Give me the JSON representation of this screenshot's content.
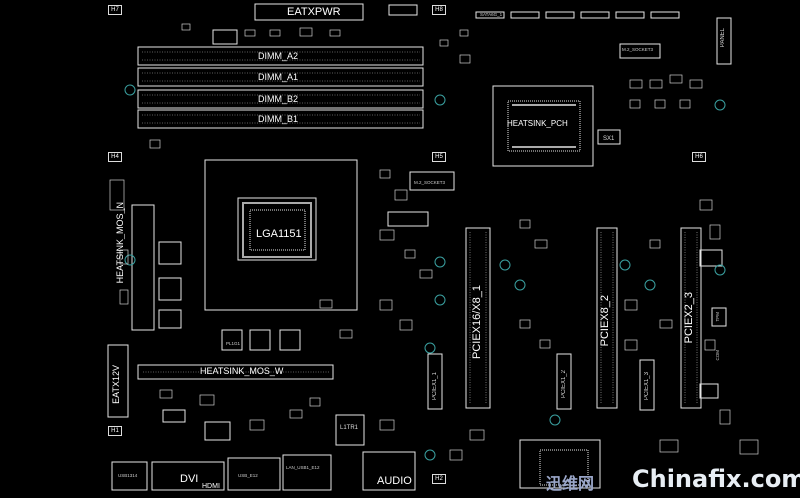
{
  "board": {
    "labels": {
      "eatxpwr": "EATXPWR",
      "dimm_a2": "DIMM_A2",
      "dimm_a1": "DIMM_A1",
      "dimm_b2": "DIMM_B2",
      "dimm_b1": "DIMM_B1",
      "socket": "LGA1151",
      "heatsink_pch": "HEATSINK_PCH",
      "heatsink_mos_n": "HEATSINK_MOS_N",
      "heatsink_mos_w": "HEATSINK_MOS_W",
      "pciex16_x8_1": "PCIEX16/X8_1",
      "pciex8_2": "PCIEX8_2",
      "pciex2_3": "PCIEX2_3",
      "pciex1_1": "PCIEX1_1",
      "pciex1_2": "PCIEX1_2",
      "pciex1_3": "PCIEX1_3",
      "eatx12v": "EATX12V",
      "dvi": "DVI",
      "hdmi": "HDMI",
      "audio": "AUDIO",
      "panel": "PANEL",
      "sx1": "SX1",
      "l1tr1": "L1TR1",
      "h1": "H1",
      "h2": "H2",
      "h4": "H4",
      "h5": "H5",
      "h6": "H6",
      "h7": "H7",
      "h8": "H8"
    },
    "small_labels": {
      "m2_socket_top": "M.2_SOCKET3",
      "m2_socket_mid": "M.2_SOCKET3",
      "usb1314": "USB1314",
      "lan_usb": "LAN_USB1_E12",
      "usb_e12": "USB_E12",
      "pl1g1": "PL1G1",
      "sata": "SATA6G_1",
      "com": "COM",
      "tpm": "TPM"
    },
    "watermark": {
      "left": "迅维网",
      "right": "Chinafix.com"
    }
  },
  "colors": {
    "background": "#000000",
    "lines": "#ffffff",
    "holes": "#3aa0a0",
    "watermark_left": "#9aa6c8",
    "watermark_right": "#e8eef4"
  }
}
